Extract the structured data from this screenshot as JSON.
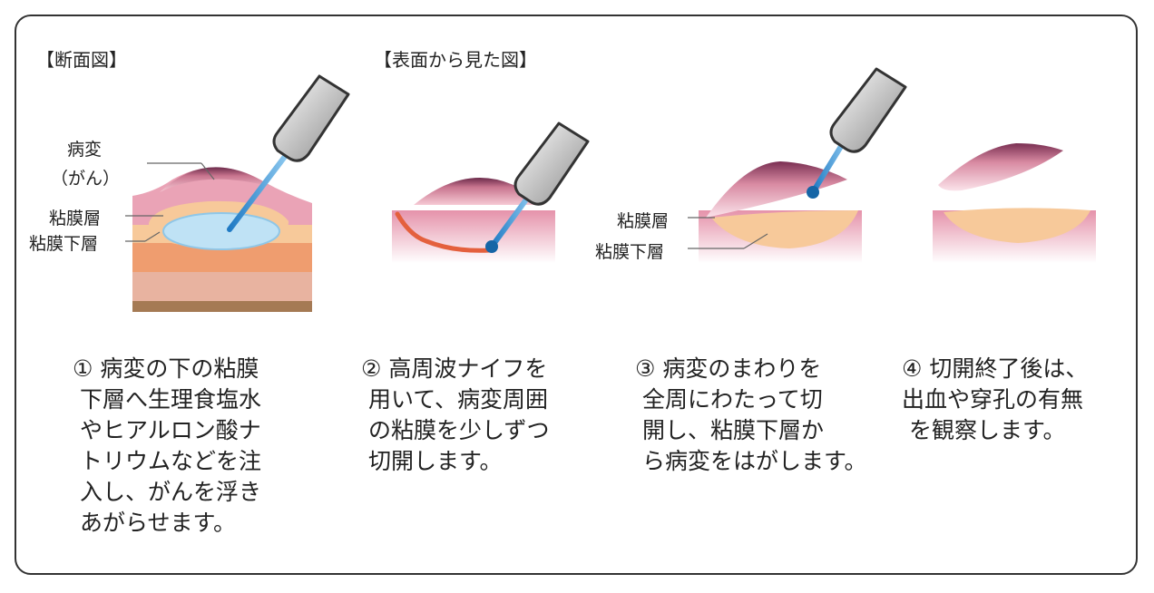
{
  "headings": {
    "cross_section": "【断面図】",
    "surface_view": "【表面から見た図】"
  },
  "labels": {
    "lesion_1": "病変",
    "lesion_2": "（がん）",
    "mucosa": "粘膜層",
    "submucosa": "粘膜下層"
  },
  "steps": [
    {
      "text": "① 病変の下の粘膜\n 下層へ生理食塩水\n やヒアルロン酸ナ\n トリウムなどを注\n 入し、がんを浮き\n あがらせます。"
    },
    {
      "text": "② 高周波ナイフを\n 用いて、病変周囲\n の粘膜を少しずつ\n 切開します。"
    },
    {
      "text": "③ 病変のまわりを\n 全周にわたって切\n 開し、粘膜下層か\n ら病変をはがします。"
    },
    {
      "text": "④ 切開終了後は、\n出血や穿孔の有無\n を観察します。"
    }
  ],
  "colors": {
    "frame": "#333333",
    "lesion": "#c9758f",
    "mucosa": "#eaa3b6",
    "submucosa": "#f7c99a",
    "saline": "#bfe2f5",
    "muscle": "#ef9d6f",
    "knife_tip": "#1f7ac4",
    "incision": "#e4603d"
  },
  "icons": [
    "electrosurgical-knife-icon"
  ]
}
